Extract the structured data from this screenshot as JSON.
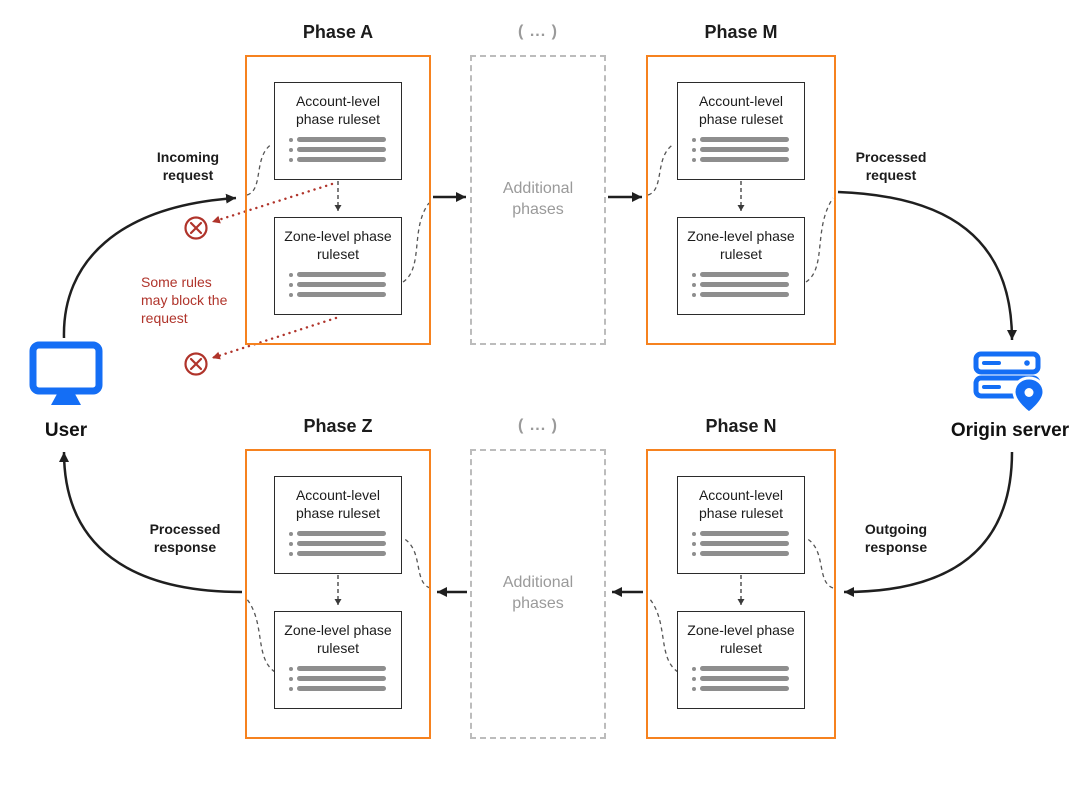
{
  "phases": [
    {
      "title": "Phase A",
      "account_ruleset": "Account-level phase ruleset",
      "zone_ruleset": "Zone-level phase ruleset"
    },
    {
      "title": "Phase M",
      "account_ruleset": "Account-level phase ruleset",
      "zone_ruleset": "Zone-level phase ruleset"
    },
    {
      "title": "Phase Z",
      "account_ruleset": "Account-level phase ruleset",
      "zone_ruleset": "Zone-level phase ruleset"
    },
    {
      "title": "Phase N",
      "account_ruleset": "Account-level phase ruleset",
      "zone_ruleset": "Zone-level phase ruleset"
    }
  ],
  "additional_phases": {
    "header": "( ... )",
    "label": "Additional phases"
  },
  "endpoints": {
    "user_label": "User",
    "origin_label": "Origin server"
  },
  "flow_labels": {
    "incoming_request": "Incoming request",
    "processed_request": "Processed request",
    "outgoing_response": "Outgoing response",
    "processed_response": "Processed response"
  },
  "block_note": "Some rules may block the request",
  "colors": {
    "phase_border_orange": "#f6821f",
    "endpoint_icon_blue": "#146ef5",
    "block_red": "#b0342b",
    "muted_gray": "#9a9a9a",
    "arrow_black": "#1f1f1f"
  }
}
